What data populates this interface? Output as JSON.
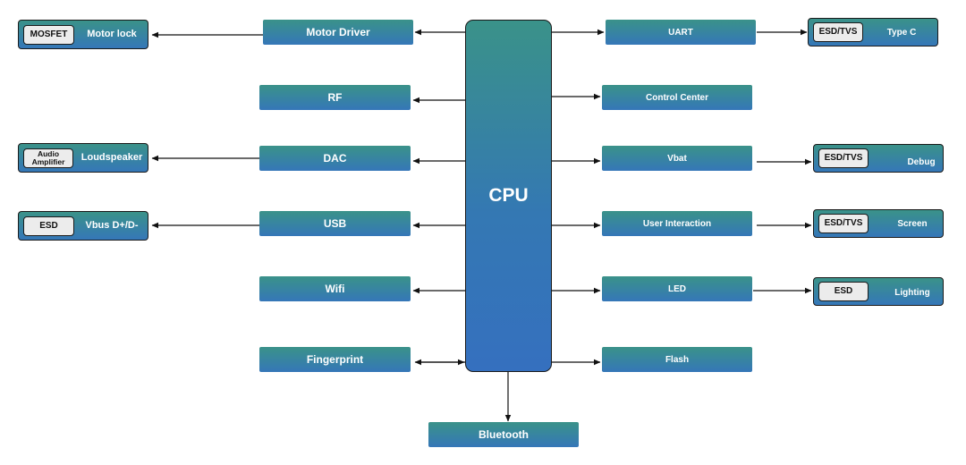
{
  "cpu": {
    "label": "CPU"
  },
  "left_blocks": {
    "motor_driver": "Motor Driver",
    "rf": "RF",
    "dac": "DAC",
    "usb": "USB",
    "wifi": "Wifi",
    "fingerprint": "Fingerprint"
  },
  "right_blocks": {
    "uart": "UART",
    "control_center": "Control Center",
    "vbat": "Vbat",
    "user_interaction": "User Interaction",
    "led": "LED",
    "flash": "Flash"
  },
  "bottom_block": {
    "bluetooth": "Bluetooth"
  },
  "left_externals": {
    "motor_lock": {
      "chip": "MOSFET",
      "label": "Motor lock"
    },
    "loudspeaker": {
      "chip": "Audio Amplifier",
      "label": "Loudspeaker"
    },
    "vbus": {
      "chip": "ESD",
      "label": "Vbus D+/D-"
    }
  },
  "right_externals": {
    "type_c": {
      "chip": "ESD/TVS",
      "label": "Type C"
    },
    "debug": {
      "chip": "ESD/TVS",
      "label": "Debug"
    },
    "screen": {
      "chip": "ESD/TVS",
      "label": "Screen"
    },
    "lighting": {
      "chip": "ESD",
      "label": "Lighting"
    }
  }
}
